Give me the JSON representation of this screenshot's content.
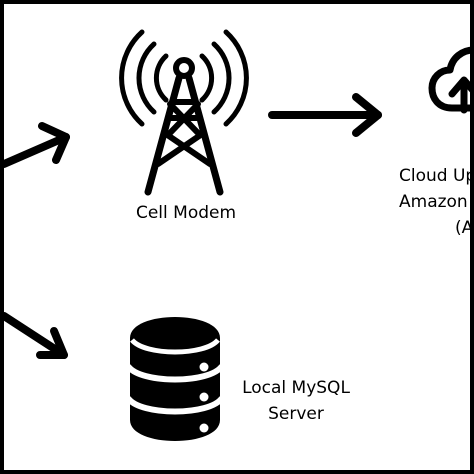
{
  "colors": {
    "background": "#ffffff",
    "frame": "#000000",
    "ink": "#000000"
  },
  "nodes": {
    "cell_modem": {
      "label": "Cell Modem",
      "icon": "cell-tower-icon"
    },
    "cloud_upload": {
      "label_lines": [
        "Cloud Up",
        "Amazon V",
        "(A"
      ],
      "icon": "cloud-upload-icon"
    },
    "local_mysql": {
      "label_lines": [
        "Local MySQL",
        "Server"
      ],
      "icon": "database-icon"
    }
  },
  "edges": [
    {
      "from": "offscreen-left",
      "to": "cell_modem"
    },
    {
      "from": "cell_modem",
      "to": "cloud_upload"
    },
    {
      "from": "offscreen-left",
      "to": "local_mysql"
    }
  ]
}
